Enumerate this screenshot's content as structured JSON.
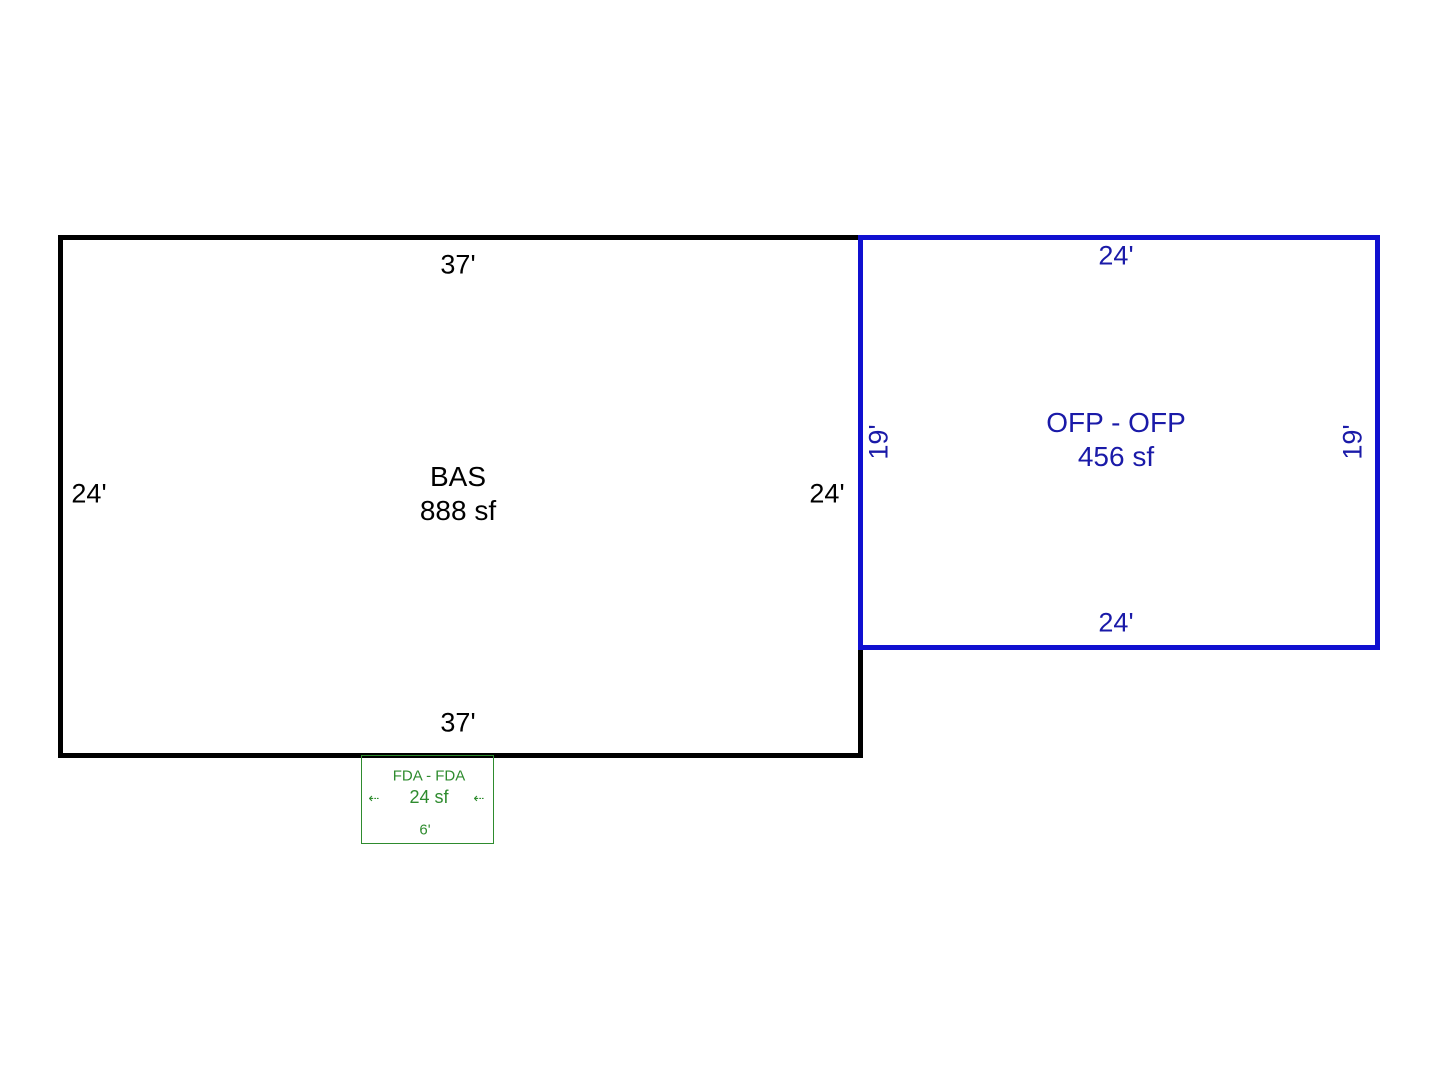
{
  "sketch": {
    "bas": {
      "code": "BAS",
      "area": "888 sf",
      "dim_top": "37'",
      "dim_bottom": "37'",
      "dim_left": "24'",
      "dim_right": "24'",
      "stroke_color": "#000000"
    },
    "ofp": {
      "code": "OFP - OFP",
      "area": "456 sf",
      "dim_top": "24'",
      "dim_bottom": "24'",
      "dim_left": "19'",
      "dim_right": "19'",
      "stroke_color": "#1010d0"
    },
    "fda": {
      "code": "FDA - FDA",
      "area": "24 sf",
      "dim_bottom": "6'",
      "stroke_color": "#2e8b2e",
      "left_arrow_icon": "arrow-left-icon",
      "right_arrow_icon": "arrow-left-icon"
    }
  }
}
